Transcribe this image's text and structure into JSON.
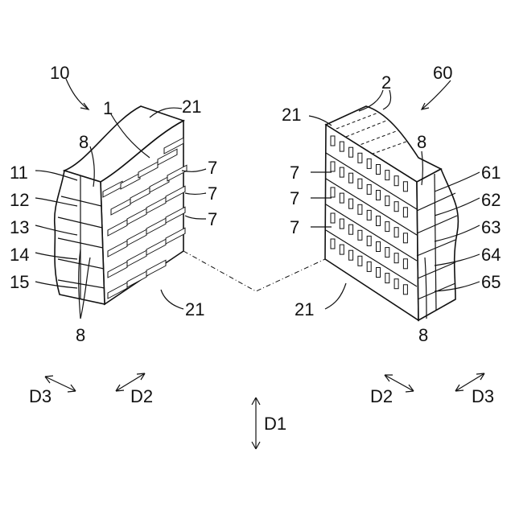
{
  "labels": {
    "assembly_left": "10",
    "assembly_right": "60",
    "item_1": "1",
    "item_2": "2",
    "item_21": "21",
    "item_7": "7",
    "item_8": "8",
    "row_11": "11",
    "row_12": "12",
    "row_13": "13",
    "row_14": "14",
    "row_15": "15",
    "row_61": "61",
    "row_62": "62",
    "row_63": "63",
    "row_64": "64",
    "row_65": "65",
    "dir_d1": "D1",
    "dir_d2": "D2",
    "dir_d3": "D3"
  }
}
